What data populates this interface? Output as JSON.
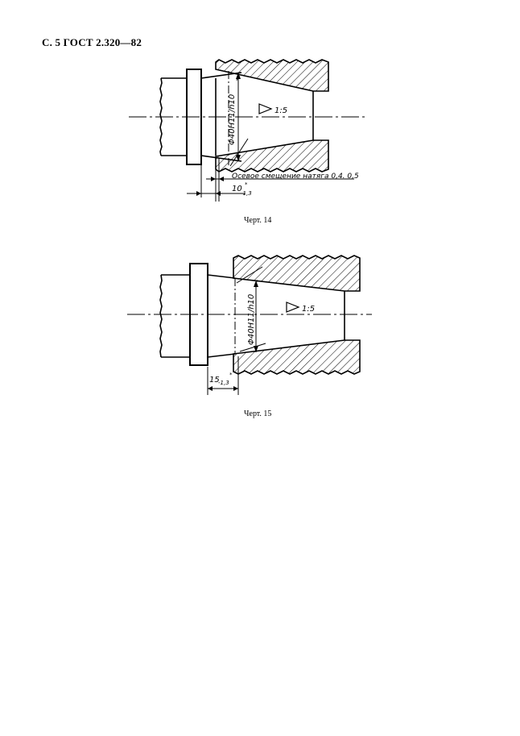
{
  "page_header": "С. 5 ГОСТ 2.320—82",
  "figure14": {
    "caption": "Черт. 14",
    "diameter_label": "Φ40H11/h10",
    "asterisk": "*",
    "taper_label": "1:5",
    "note": "Осевое смещение натяга 0,4. 0,5",
    "dim_main": "10",
    "dim_tol": "-1,3",
    "dim_star": "*"
  },
  "figure15": {
    "caption": "Черт. 15",
    "diameter_label": "Φ40H11/h10",
    "asterisk": "*",
    "taper_label": "1:5",
    "dim_main": "15",
    "dim_tol": "-1,3",
    "dim_star": "*"
  }
}
